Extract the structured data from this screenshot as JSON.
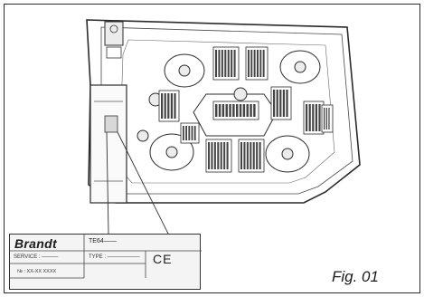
{
  "figure": {
    "label": "Fig. 01"
  },
  "rating_plate": {
    "brand": "Brandt",
    "model": "TE64——",
    "service_label": "SERVICE : ———",
    "type_label": "TYPE : ——————",
    "mark": "CE",
    "serial": "№ : XX-XX XXXX"
  },
  "appliance": {
    "icon": "hob-underside-icon",
    "colors": {
      "line": "#333333",
      "vent": "#444444",
      "plate_bg": "#f4f4f4"
    }
  }
}
